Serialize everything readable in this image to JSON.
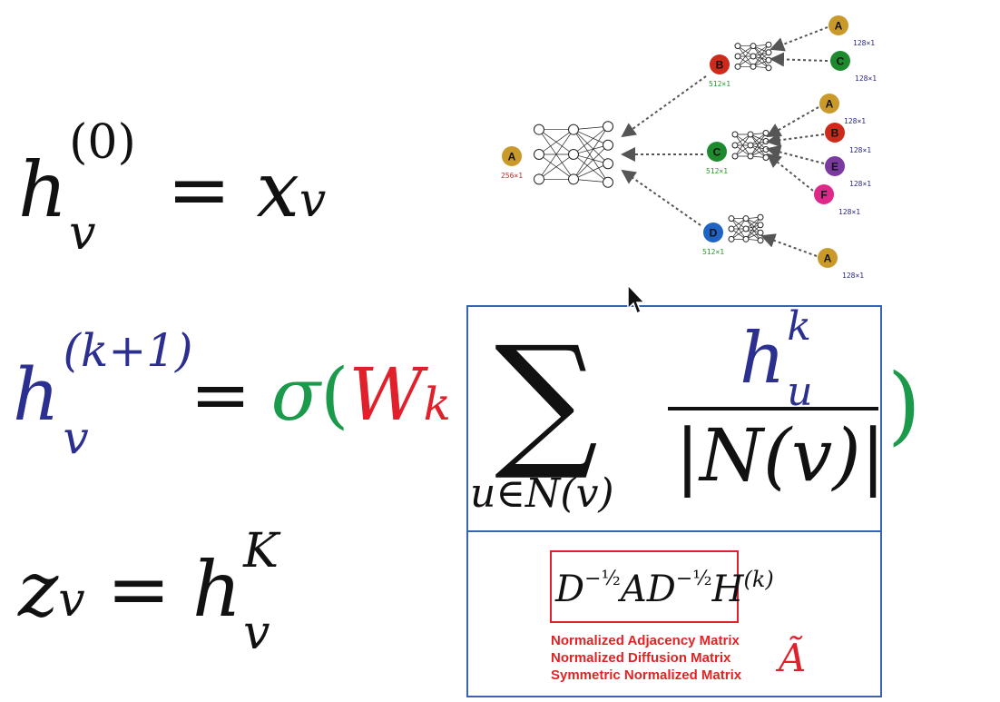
{
  "equations": {
    "eq1": {
      "h": "h",
      "sup": "(0)",
      "sub": "v",
      "eq": "=",
      "x": "x",
      "xsub": "v"
    },
    "eq2": {
      "h": "h",
      "sup": "(k+1)",
      "sub": "v",
      "eq": "=",
      "sigma": "σ",
      "lparen": "(",
      "W": "W",
      "Wsub": "k",
      "sum": "∑",
      "sumsub": "u∈N(v)",
      "num": "h",
      "numsup": "k",
      "numsub": "u",
      "den": "|N(v)|",
      "rparen": ")"
    },
    "eq3": {
      "z": "z",
      "zsub": "v",
      "eq": "=",
      "h": "h",
      "sup": "K",
      "sub": "v"
    }
  },
  "normalized": {
    "D": "D",
    "exp": "−½",
    "A": "A",
    "H": "H",
    "Hsup": "(k)",
    "labels": [
      "Normalized Adjacency Matrix",
      "Normalized Diffusion Matrix",
      "Symmetric Normalized Matrix"
    ],
    "atilde": "Ã"
  },
  "graph": {
    "nodes": [
      {
        "id": "root-A",
        "label": "A",
        "dim": "256×1",
        "color": "#c9992a",
        "dimColor": "#c0302a"
      },
      {
        "id": "B",
        "label": "B",
        "dim": "512×1",
        "color": "#cc2a1a",
        "dimColor": "#2a9a2a"
      },
      {
        "id": "C",
        "label": "C",
        "dim": "512×1",
        "color": "#1e8a2e",
        "dimColor": "#2a9a2a"
      },
      {
        "id": "D",
        "label": "D",
        "dim": "512×1",
        "color": "#1f63c4",
        "dimColor": "#2a9a2a"
      },
      {
        "id": "B-A",
        "label": "A",
        "dim": "128×1",
        "color": "#c9992a",
        "dimColor": "#2a2a8a"
      },
      {
        "id": "B-C",
        "label": "C",
        "dim": "128×1",
        "color": "#1e8a2e",
        "dimColor": "#2a2a8a"
      },
      {
        "id": "C-A",
        "label": "A",
        "dim": "128×1",
        "color": "#c9992a",
        "dimColor": "#2a2a8a"
      },
      {
        "id": "C-B",
        "label": "B",
        "dim": "128×1",
        "color": "#cc2a1a",
        "dimColor": "#2a2a8a"
      },
      {
        "id": "C-E",
        "label": "E",
        "dim": "128×1",
        "color": "#7a3aa0",
        "dimColor": "#2a2a8a"
      },
      {
        "id": "C-F",
        "label": "F",
        "dim": "128×1",
        "color": "#e0288a",
        "dimColor": "#2a2a8a"
      },
      {
        "id": "D-A",
        "label": "A",
        "dim": "128×1",
        "color": "#c9992a",
        "dimColor": "#2a2a8a"
      }
    ]
  },
  "colors": {
    "blue": "#2b2f8f",
    "green": "#1a9a4a",
    "red": "#e0202a",
    "boxBlue": "#3a62b3"
  }
}
